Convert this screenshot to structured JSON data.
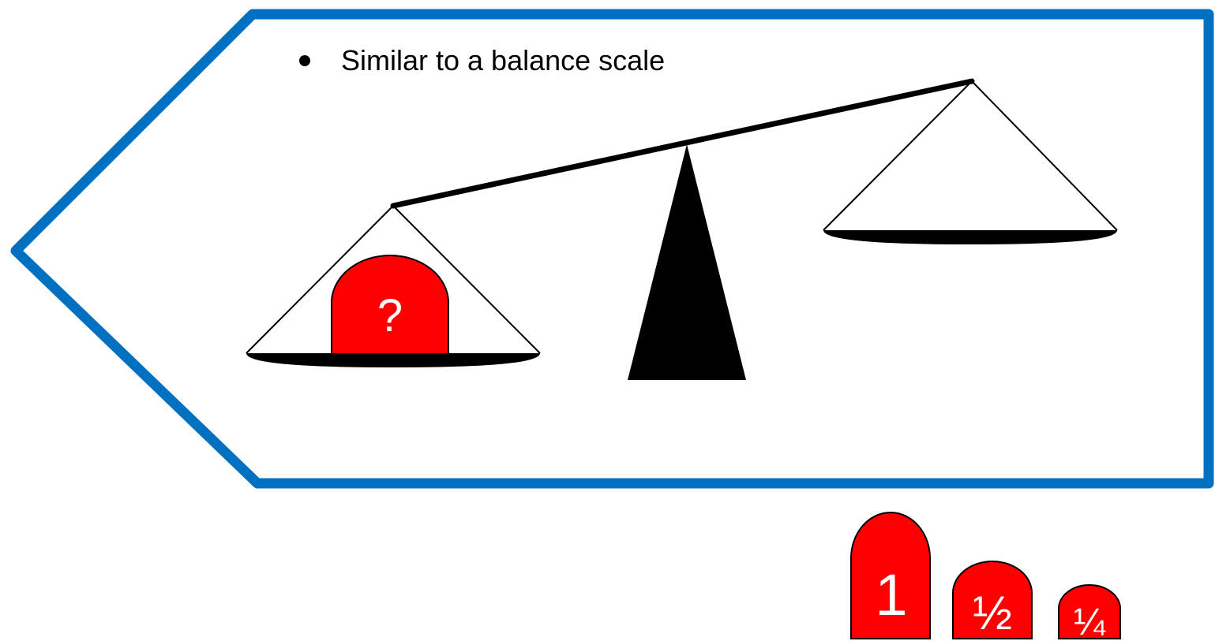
{
  "slide": {
    "bullet_text": "Similar to a balance scale"
  },
  "scale": {
    "unknown_weight_label": "?"
  },
  "weights": [
    {
      "label": "1"
    },
    {
      "label": "½"
    },
    {
      "label": "¼"
    }
  ],
  "colors": {
    "frame_border": "#0070C0",
    "weight_fill": "#FF0000",
    "scale_color": "#000000",
    "background": "#FFFFFF"
  }
}
